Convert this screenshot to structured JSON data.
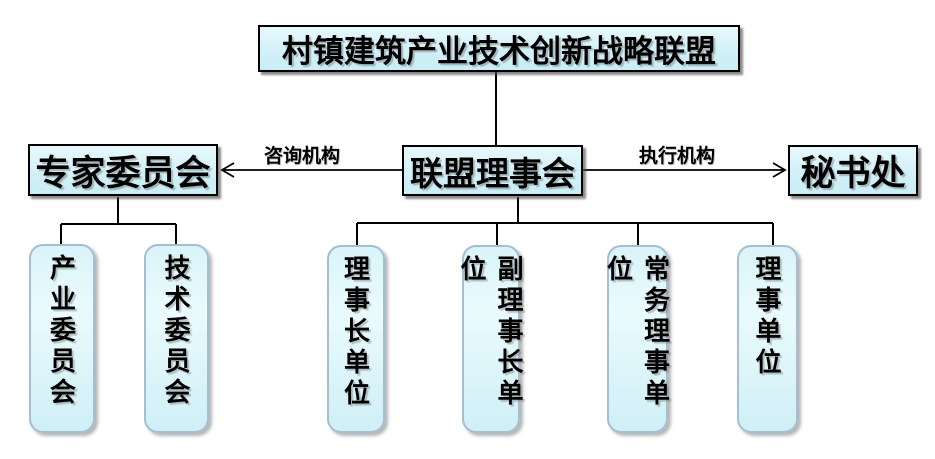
{
  "diagram": {
    "title_box": {
      "label": "村镇建筑产业技术创新战略联盟"
    },
    "council_box": {
      "label": "联盟理事会"
    },
    "expert_box": {
      "label": "专家委员会"
    },
    "secretariat_box": {
      "label": "秘书处"
    },
    "edges": {
      "advisory_label": "咨询机构",
      "executive_label": "执行机构"
    },
    "expert_children": [
      {
        "label": "产业委员会"
      },
      {
        "label": "技术委员会"
      }
    ],
    "council_children": [
      {
        "label": "理事长单位"
      },
      {
        "label": "副理事长单位"
      },
      {
        "label": "常务理事单位"
      },
      {
        "label": "理事单位"
      }
    ],
    "colors": {
      "background": "#ffffff",
      "rect_fill": "#cdeef7",
      "rect_border": "#000000",
      "rounded_border": "#a4bfd2",
      "connector": "#000000"
    }
  }
}
